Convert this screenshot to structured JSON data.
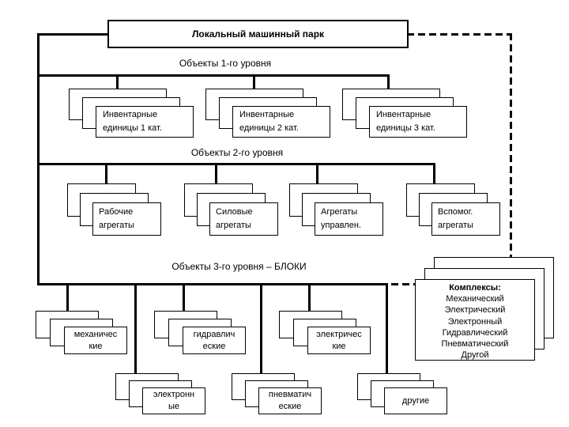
{
  "diagram": {
    "title": "Локальный машинный парк",
    "levels": [
      {
        "label": "Объекты 1-го уровня"
      },
      {
        "label": "Объекты 2-го уровня"
      },
      {
        "label": "Объекты 3-го уровня – БЛОКИ"
      }
    ],
    "level1_nodes": [
      {
        "line1": "Инвентарные",
        "line2": "единицы 1 кат."
      },
      {
        "line1": "Инвентарные",
        "line2": "единицы 2 кат."
      },
      {
        "line1": "Инвентарные",
        "line2": "единицы 3 кат."
      }
    ],
    "level2_nodes": [
      {
        "line1": "Рабочие",
        "line2": "агрегаты"
      },
      {
        "line1": "Силовые",
        "line2": "агрегаты"
      },
      {
        "line1": "Агрегаты",
        "line2": "управлен."
      },
      {
        "line1": "Вспомог.",
        "line2": "агрегаты"
      }
    ],
    "level3_top_nodes": [
      {
        "line1": "механичес",
        "line2": "кие"
      },
      {
        "line1": "гидравлич",
        "line2": "еские"
      },
      {
        "line1": "электричес",
        "line2": "кие"
      }
    ],
    "level3_bottom_nodes": [
      {
        "line1": "электронн",
        "line2": "ые"
      },
      {
        "line1": "пневматич",
        "line2": "еские"
      },
      {
        "line1": "другие",
        "line2": ""
      }
    ],
    "complexes": {
      "title": "Комплексы:",
      "items": [
        "Механический",
        "Электрический",
        "Электронный",
        "Гидравлический",
        "Пневматический",
        "Другой"
      ]
    },
    "colors": {
      "line": "#000000",
      "box_bg": "#ffffff",
      "page_bg": "#ffffff"
    }
  }
}
